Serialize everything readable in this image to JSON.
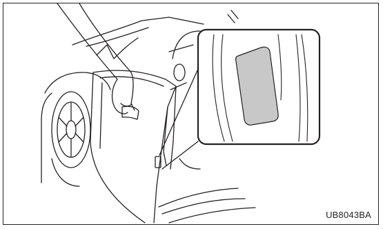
{
  "figure": {
    "code": "UB8043BA",
    "colors": {
      "line": "#231f20",
      "label_fill": "#c8c8c8",
      "background": "#ffffff"
    },
    "icons": [
      "hand-opening-door",
      "door-jamb-label-callout"
    ]
  }
}
